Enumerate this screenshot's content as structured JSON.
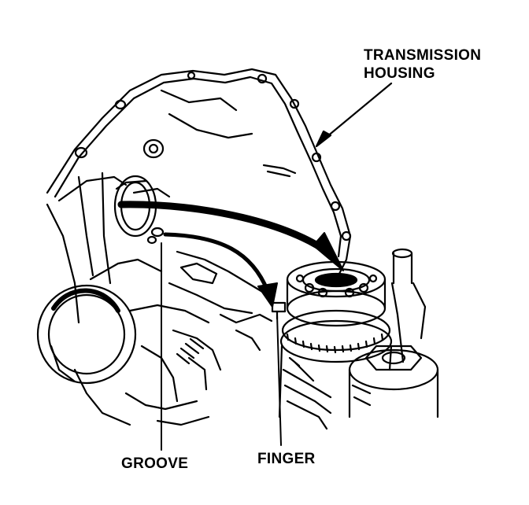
{
  "labels": {
    "transmission_line1": "TRANSMISSION",
    "transmission_line2": "HOUSING",
    "groove": "GROOVE",
    "finger": "FINGER"
  },
  "colors": {
    "ink": "#000000",
    "paper": "#ffffff"
  }
}
